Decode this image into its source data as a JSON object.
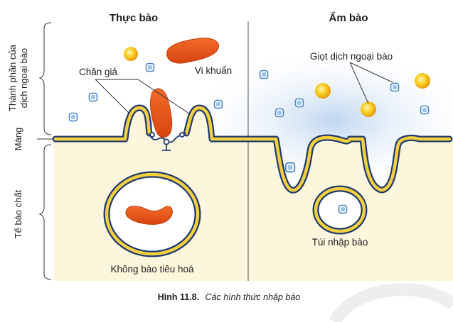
{
  "headings": {
    "left": "Thực bào",
    "right": "Ẩm bào"
  },
  "side_labels": {
    "extracellular_line1": "Thành phần của",
    "extracellular_line2": "dịch ngoại bào",
    "membrane": "Màng",
    "cytoplasm": "Tế bào chất"
  },
  "callouts": {
    "pseudopod": "Chân giả",
    "bacterium": "Vi khuẩn",
    "droplets": "Giọt dịch ngoại bào",
    "digestive_vacuole": "Không bào tiêu hoá",
    "pinocytic_vesicle": "Túi nhập bào"
  },
  "caption": {
    "number": "Hình 11.8.",
    "text": "Các hình thức nhập bào"
  },
  "colors": {
    "cytoplasm": "#fdf6dc",
    "membrane_outer": "#1f3a6e",
    "membrane_inner": "#f4d03f",
    "bacterium": "#e8531e",
    "ion_ball": "#f5b90f",
    "molecule": "#7fb3e6",
    "haze": "#c9dcf2"
  }
}
